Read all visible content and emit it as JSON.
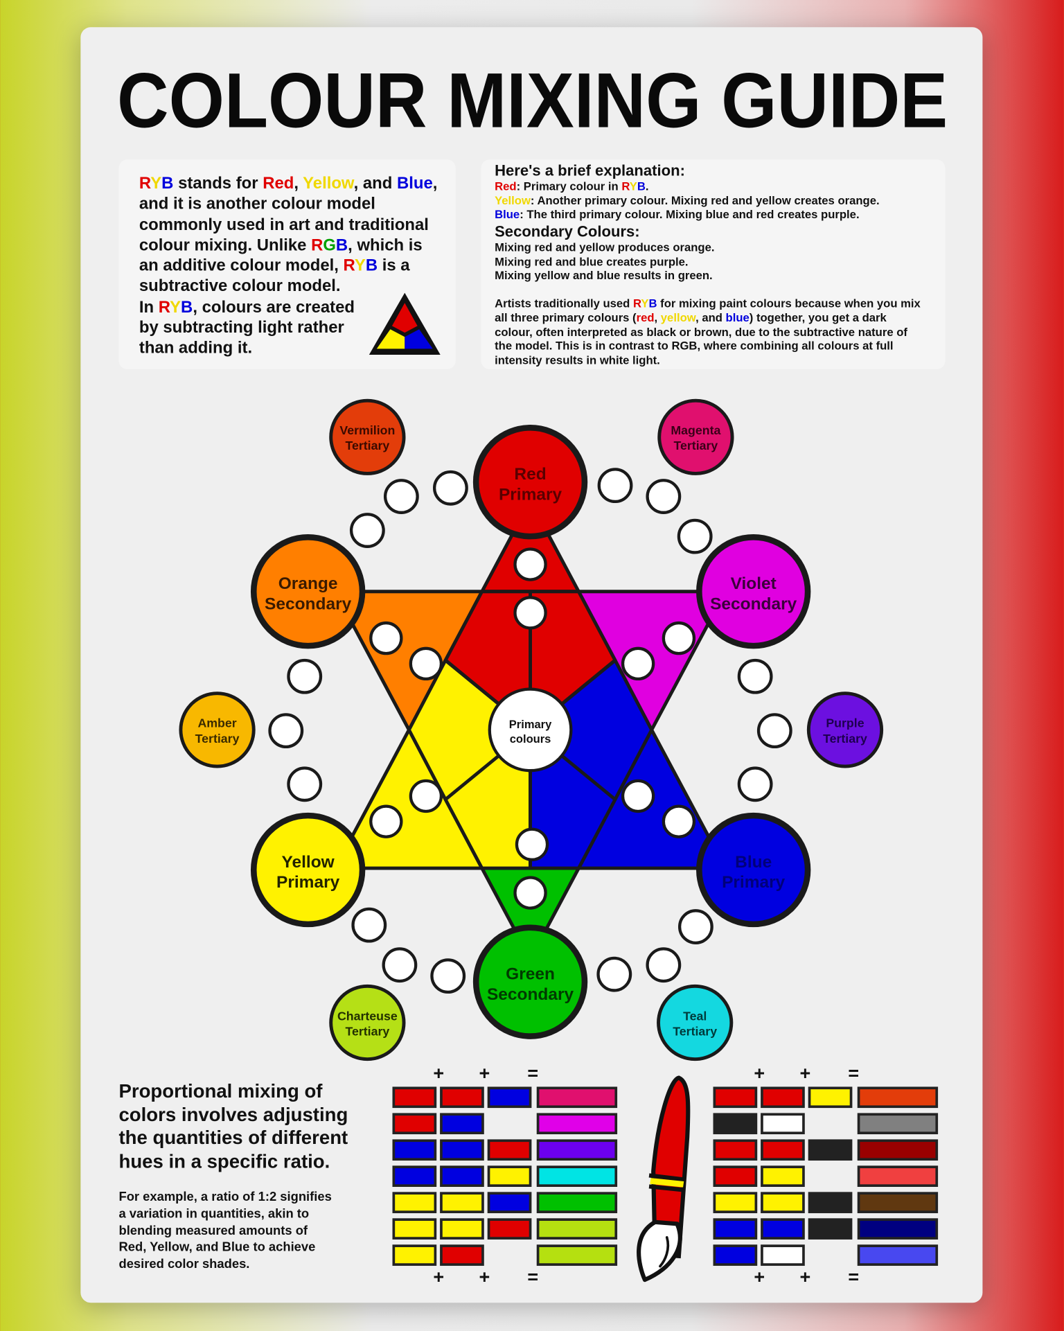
{
  "title": "COLOUR MIXING GUIDE",
  "palette": {
    "r": "#e00000",
    "y": "#f0d800",
    "b": "#0000dd",
    "g": "#00a000",
    "k": "#111111"
  },
  "intro": {
    "lines": [
      [
        {
          "t": "R",
          "c": "r"
        },
        {
          "t": "Y",
          "c": "y"
        },
        {
          "t": "B",
          "c": "b"
        },
        {
          "t": " stands for ",
          "c": "k"
        },
        {
          "t": "Red",
          "c": "r"
        },
        {
          "t": ", ",
          "c": "k"
        },
        {
          "t": "Yellow",
          "c": "y"
        },
        {
          "t": ", and ",
          "c": "k"
        },
        {
          "t": "Blue",
          "c": "b"
        },
        {
          "t": ",",
          "c": "k"
        }
      ],
      [
        {
          "t": "and it is another colour model",
          "c": "k"
        }
      ],
      [
        {
          "t": "commonly used in art and traditional",
          "c": "k"
        }
      ],
      [
        {
          "t": "colour mixing. Unlike ",
          "c": "k"
        },
        {
          "t": "R",
          "c": "r"
        },
        {
          "t": "G",
          "c": "g"
        },
        {
          "t": "B",
          "c": "b"
        },
        {
          "t": ", which is",
          "c": "k"
        }
      ],
      [
        {
          "t": "an additive colour model, ",
          "c": "k"
        },
        {
          "t": "R",
          "c": "r"
        },
        {
          "t": "Y",
          "c": "y"
        },
        {
          "t": "B",
          "c": "b"
        },
        {
          "t": " is a",
          "c": "k"
        }
      ],
      [
        {
          "t": "subtractive colour model.",
          "c": "k"
        }
      ],
      [
        {
          "t": "In ",
          "c": "k"
        },
        {
          "t": "R",
          "c": "r"
        },
        {
          "t": "Y",
          "c": "y"
        },
        {
          "t": "B",
          "c": "b"
        },
        {
          "t": ", colours are created",
          "c": "k"
        }
      ],
      [
        {
          "t": "by subtracting light rather",
          "c": "k"
        }
      ],
      [
        {
          "t": "than adding it.",
          "c": "k"
        }
      ]
    ],
    "icon": "ryb-triangle-icon"
  },
  "explanation": {
    "heading": "Here's a brief explanation:",
    "primary_lines": [
      [
        {
          "t": "Red",
          "c": "r"
        },
        {
          "t": ": Primary colour in ",
          "c": "k"
        },
        {
          "t": "R",
          "c": "r"
        },
        {
          "t": "Y",
          "c": "y"
        },
        {
          "t": "B",
          "c": "b"
        },
        {
          "t": ".",
          "c": "k"
        }
      ],
      [
        {
          "t": "Yellow",
          "c": "y"
        },
        {
          "t": ": Another primary colour. Mixing red and yellow creates orange.",
          "c": "k"
        }
      ],
      [
        {
          "t": "Blue",
          "c": "b"
        },
        {
          "t": ": The third primary colour. Mixing blue and red creates purple.",
          "c": "k"
        }
      ]
    ],
    "secondary_heading": "Secondary Colours:",
    "secondary_lines": [
      [
        {
          "t": "Mixing red and yellow produces orange.",
          "c": "k"
        }
      ],
      [
        {
          "t": "Mixing red and blue creates purple.",
          "c": "k"
        }
      ],
      [
        {
          "t": "Mixing yellow and blue results in green.",
          "c": "k"
        }
      ],
      [
        {
          "t": "",
          "c": "k"
        }
      ],
      [
        {
          "t": "Artists traditionally used ",
          "c": "k"
        },
        {
          "t": "R",
          "c": "r"
        },
        {
          "t": "Y",
          "c": "y"
        },
        {
          "t": "B",
          "c": "b"
        },
        {
          "t": " for mixing paint colours because when you mix",
          "c": "k"
        }
      ],
      [
        {
          "t": "all three primary colours (",
          "c": "k"
        },
        {
          "t": "red",
          "c": "r"
        },
        {
          "t": ", ",
          "c": "k"
        },
        {
          "t": "yellow",
          "c": "y"
        },
        {
          "t": ", and ",
          "c": "k"
        },
        {
          "t": "blue",
          "c": "b"
        },
        {
          "t": ") together, you get a dark",
          "c": "k"
        }
      ],
      [
        {
          "t": "colour, often interpreted as black or brown, due to the subtractive nature of",
          "c": "k"
        }
      ],
      [
        {
          "t": "the model. This is in contrast to RGB, where combining all colours at full",
          "c": "k"
        }
      ],
      [
        {
          "t": "intensity results in white light.",
          "c": "k"
        }
      ]
    ]
  },
  "wheel": {
    "colors": {
      "red": "#e00000",
      "orange": "#ff7f00",
      "violet": "#e000e0",
      "yellow": "#fff200",
      "blue": "#0000e0",
      "green": "#00c000",
      "outline": "#1a1a1a"
    },
    "center": [
      "Primary",
      "colours"
    ],
    "main": [
      {
        "id": "red",
        "l1": "Red",
        "l2": "Primary",
        "fill": "#e00000",
        "text": "#5a0000"
      },
      {
        "id": "orange",
        "l1": "Orange",
        "l2": "Secondary",
        "fill": "#ff7f00",
        "text": "#3a1a00"
      },
      {
        "id": "violet",
        "l1": "Violet",
        "l2": "Secondary",
        "fill": "#e000e0",
        "text": "#3a003a"
      },
      {
        "id": "yellow",
        "l1": "Yellow",
        "l2": "Primary",
        "fill": "#fff200",
        "text": "#222200"
      },
      {
        "id": "blue",
        "l1": "Blue",
        "l2": "Primary",
        "fill": "#0000e0",
        "text": "#00007a"
      },
      {
        "id": "green",
        "l1": "Green",
        "l2": "Secondary",
        "fill": "#00c000",
        "text": "#003a00"
      }
    ],
    "tertiary": [
      {
        "id": "vermilion",
        "l1": "Vermilion",
        "l2": "Tertiary",
        "fill": "#e33d0a",
        "text": "#3a0a00"
      },
      {
        "id": "magenta",
        "l1": "Magenta",
        "l2": "Tertiary",
        "fill": "#e0106e",
        "text": "#3a0018"
      },
      {
        "id": "amber",
        "l1": "Amber",
        "l2": "Tertiary",
        "fill": "#f8b800",
        "text": "#3a2a00"
      },
      {
        "id": "purple",
        "l1": "Purple",
        "l2": "Tertiary",
        "fill": "#6c10e0",
        "text": "#1e0050"
      },
      {
        "id": "chartreuse",
        "l1": "Charteuse",
        "l2": "Tertiary",
        "fill": "#b5e016",
        "text": "#223000"
      },
      {
        "id": "teal",
        "l1": "Teal",
        "l2": "Tertiary",
        "fill": "#14d8e0",
        "text": "#003a3a"
      }
    ]
  },
  "proportional": {
    "heading_lines": [
      "Proportional mixing of",
      "colors involves adjusting",
      "the quantities of different",
      "hues in a specific ratio."
    ],
    "body_lines": [
      "For example, a ratio of 1:2 signifies",
      "a variation in quantities, akin to",
      "blending measured amounts of",
      "Red, Yellow, and Blue to achieve",
      "desired color shades."
    ]
  },
  "mixing": {
    "symbols": [
      "+",
      "+",
      "="
    ],
    "left_rows": [
      {
        "inputs": [
          "#e00000",
          "#e00000",
          "#0000e0"
        ],
        "result": "#e0106e"
      },
      {
        "inputs": [
          "#e00000",
          "#0000e0"
        ],
        "result": "#e000e8"
      },
      {
        "inputs": [
          "#0000e0",
          "#0000e0",
          "#e00000"
        ],
        "result": "#6c00ee"
      },
      {
        "inputs": [
          "#0000e0",
          "#0000e0",
          "#fff200"
        ],
        "result": "#00e4e4"
      },
      {
        "inputs": [
          "#fff200",
          "#fff200",
          "#0000e0"
        ],
        "result": "#00c000"
      },
      {
        "inputs": [
          "#fff200",
          "#fff200",
          "#e00000"
        ],
        "result": "#b5e010"
      },
      {
        "inputs": [
          "#fff200",
          "#e00000"
        ],
        "result": "#b5e010"
      }
    ],
    "right_rows": [
      {
        "inputs": [
          "#e00000",
          "#e00000",
          "#fff200"
        ],
        "result": "#e33d0a"
      },
      {
        "inputs": [
          "#222222",
          "#ffffff"
        ],
        "result": "#808080"
      },
      {
        "inputs": [
          "#e00000",
          "#e00000",
          "#222222"
        ],
        "result": "#9a0000"
      },
      {
        "inputs": [
          "#e00000",
          "#fff200"
        ],
        "result": "#f04040"
      },
      {
        "inputs": [
          "#fff200",
          "#fff200",
          "#222222"
        ],
        "result": "#603810"
      },
      {
        "inputs": [
          "#0000e0",
          "#0000e0",
          "#222222"
        ],
        "result": "#000080"
      },
      {
        "inputs": [
          "#0000e0",
          "#ffffff"
        ],
        "result": "#4848f0"
      }
    ],
    "brush_icon": "paintbrush-icon"
  }
}
